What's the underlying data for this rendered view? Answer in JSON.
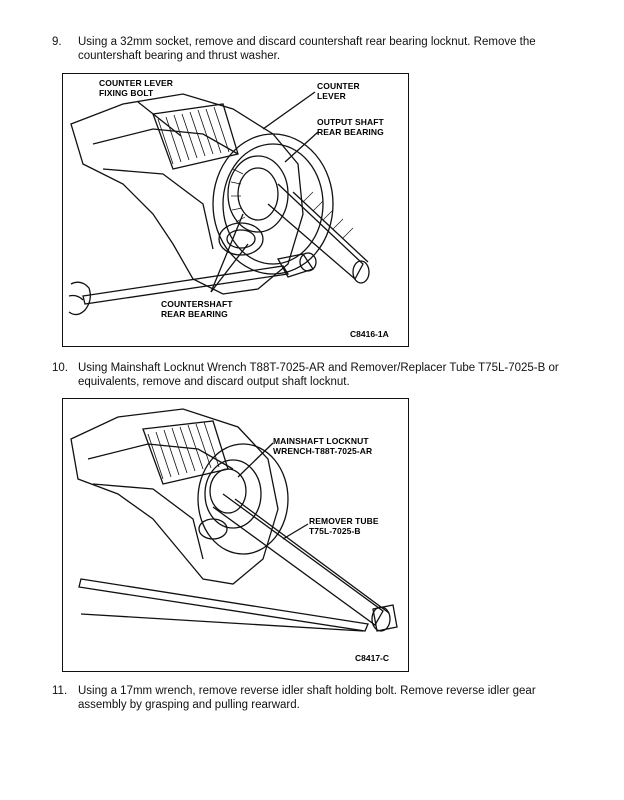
{
  "steps": [
    {
      "number": "9.",
      "text": "Using a 32mm socket, remove and discard countershaft rear bearing locknut. Remove the countershaft bearing and thrust washer."
    },
    {
      "number": "10.",
      "text": "Using Mainshaft Locknut Wrench T88T-7025-AR and Remover/Replacer Tube T75L-7025-B or equivalents, remove and discard output shaft locknut."
    },
    {
      "number": "11.",
      "text": "Using a 17mm wrench, remove reverse idler shaft holding bolt. Remove reverse idler gear assembly by grasping and pulling rearward."
    }
  ],
  "figure1": {
    "code": "C8416-1A",
    "labels": {
      "counter_lever_fixing_bolt": "COUNTER LEVER\nFIXING BOLT",
      "counter_lever": "COUNTER\nLEVER",
      "output_shaft_rear_bearing": "OUTPUT SHAFT\nREAR BEARING",
      "countershaft_rear_bearing": "COUNTERSHAFT\nREAR BEARING"
    }
  },
  "figure2": {
    "code": "C8417-C",
    "labels": {
      "mainshaft_locknut_wrench": "MAINSHAFT LOCKNUT\nWRENCH-T88T-7025-AR",
      "remover_tube": "REMOVER TUBE\nT75L-7025-B"
    }
  }
}
